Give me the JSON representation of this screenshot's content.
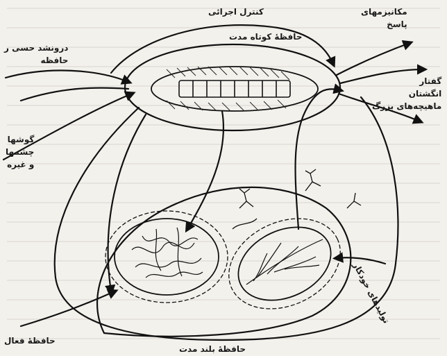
{
  "labels": {
    "executive_control": "کنترل اجرائی",
    "response_mechanisms": [
      "مکانیزمهای",
      "پاسخ"
    ],
    "short_term_memory": "حافظهٔ کوتاه مدت",
    "sensory_input": [
      "درونشد حسی ر",
      "حافظه"
    ],
    "speech": [
      "گفتار",
      "انگشتان",
      "ماهیچه‌های بزرگ"
    ],
    "ears_eyes": [
      "گوشها",
      "چشمها",
      "و غیره"
    ],
    "automatic_productions": "تولیدهای خودکار",
    "active_memory": "حافظهٔ فعال",
    "long_term_memory": "حافظهٔ بلند مدت"
  }
}
